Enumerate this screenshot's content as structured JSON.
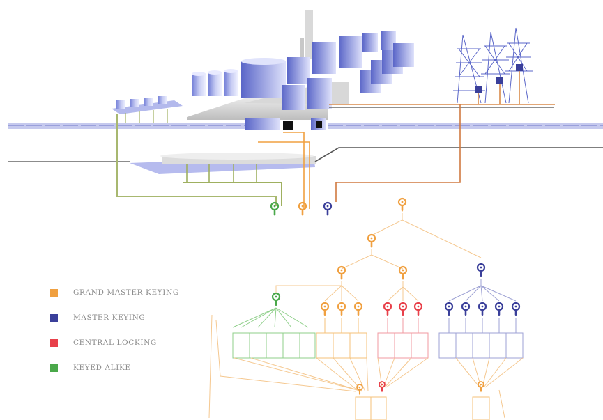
{
  "legend": [
    {
      "label": "GRAND MASTER KEYING",
      "color": "#f0a040"
    },
    {
      "label": "MASTER KEYING",
      "color": "#3a3f9a"
    },
    {
      "label": "CENTRAL LOCKING",
      "color": "#e8404a"
    },
    {
      "label": "KEYED ALIKE",
      "color": "#4aa84a"
    }
  ],
  "colors": {
    "orange": "#f0a040",
    "blue": "#3a3f9a",
    "red": "#e8404a",
    "green": "#4aa84a",
    "olive": "#9fb060",
    "rust": "#d07a40",
    "building": "#7b86d8",
    "building_light": "#c9cdf2",
    "grey": "#cfcfcf",
    "line": "#555555"
  },
  "key_icons": [
    "key-green-icon",
    "key-orange-icon",
    "key-blue-icon",
    "key-grand-master-icon",
    "key-master-orange-icon",
    "key-master-orange-left-icon",
    "key-master-orange-right-icon",
    "key-master-blue-icon",
    "key-keyed-alike-icon"
  ]
}
